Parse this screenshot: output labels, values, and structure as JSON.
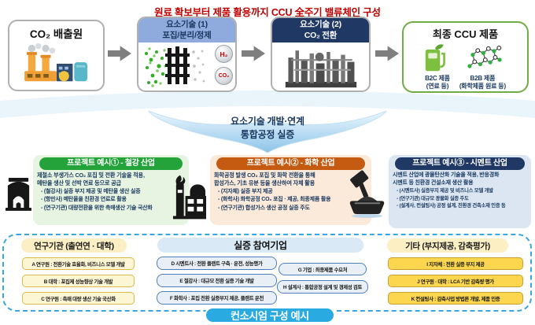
{
  "page": {
    "title": "원료 확보부터 제품 활용까지 CCU 全주기 밸류체인 구성"
  },
  "flow": {
    "source": {
      "title": "CO₂ 배출원"
    },
    "tech1": {
      "line1": "요소기술 (1)",
      "line2": "포집/분리/정제",
      "gas1": "H₂",
      "gas2": "CO₂"
    },
    "tech2": {
      "line1": "요소기술 (2)",
      "line2": "CO₂ 전환"
    },
    "product": {
      "title": "최종 CCU 제품",
      "b2c": "B2C 제품",
      "b2c_sub": "(연료 등)",
      "b2b": "B2B 제품",
      "b2b_sub": "(화학제품 원료 등)"
    }
  },
  "integration": {
    "line1": "요소기술 개발·연계",
    "line2": "통합공정 실증"
  },
  "colors": {
    "accent_red": "#c00000",
    "navy": "#1f3864",
    "green": "#23a339",
    "orange": "#c55a11",
    "cyan": "#29abe2"
  },
  "projects": [
    {
      "header": "프로젝트 예시① - 철강 산업",
      "desc1": "제철소 부생가스 CO₂ 포집 및 전환 기술을 적용,",
      "desc2": "메탄올 생산 및 선박 연료 등으로 공급",
      "items": [
        "- (철강사) 실증 부지 제공 및 메탄올 생산 실증",
        "- (항만사) 메탄올을 친환경 연료로 활용",
        "- (연구기관) 대량전환을 위한 촉매생산 기술 국산화"
      ]
    },
    {
      "header": "프로젝트 예시② - 화학 산업",
      "desc1": "화학공정 발생 CO₂ 포집 및 화학 전환을 통해",
      "desc2": "합성가스, 기초 유분 등을 생산하여 자체 활용",
      "items": [
        "- (지자체) 실증 부지 제공",
        "- (화학사) 화학공정 CO₂ 포집 · 제공, 최종제품 활용",
        "- (연구기관) 합성가스 생산 공정 실증 주도"
      ]
    },
    {
      "header": "프로젝트 예시③ - 시멘트 산업",
      "desc1": "시멘트 산업에 광물탄산화 기술을 적용, 반응경화",
      "desc2": "시멘트 등 친환경 건설소재 생산 활용",
      "items": [
        "- (시멘트사) 실증부지 제공 및 비즈니스 모델 개발",
        "- (연구기관) 대규모 광물화 실증 주도",
        "- (설계사, 컨설팅사) 공정 설계, 친환경 건축소재 인증 등"
      ]
    }
  ],
  "consortium": {
    "research": {
      "header": "연구기관 (출연연 · 대학)",
      "items": [
        "A 연구원 : 전환기술 효율화, 비즈니스 모델 개발",
        "B 대학 : 포집제 성능향상 기술 개발",
        "C 연구원 : 촉매 대량 생산 기술 국산화"
      ]
    },
    "companies": {
      "header": "실증 참여기업",
      "left_items": [
        "D 시멘트사 : 전환 플랜트 구축 · 운전, 성능평가",
        "E 철강사 : 대규모 전환 실증 기술 개발",
        "F 화학사 : 포집 전환 실증부지 제공, 플랜트 운전"
      ],
      "right_items": [
        "G 기업 : 최종제품 수요처",
        "H 설계사 : 통합공정 설계 및 경제성 검토"
      ]
    },
    "others": {
      "header": "기타 (부지제공, 감축평가)",
      "items": [
        "I 지자체 : 전환 실증 부지 제공",
        "J 연구원 · 대학 : LCA 기반 감축량 평가",
        "K 컨설팅사 : 감축사업 방법론 개발, 제품 인증"
      ]
    },
    "footer": "컨소시엄 구성 예시"
  }
}
